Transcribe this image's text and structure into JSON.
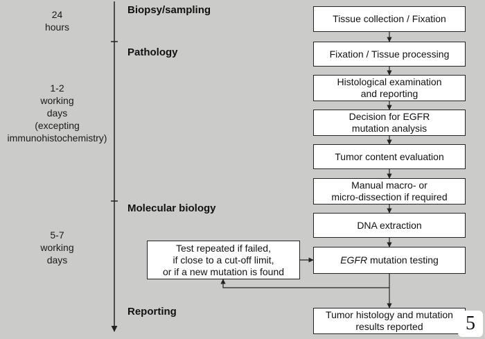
{
  "timeline": {
    "t1": [
      "24",
      "hours"
    ],
    "t2": [
      "1-2",
      "working",
      "days",
      "(excepting",
      "immunohistochemistry)"
    ],
    "t3": [
      "5-7",
      "working",
      "days"
    ]
  },
  "stages": {
    "biopsy": "Biopsy/sampling",
    "pathology": "Pathology",
    "molecular": "Molecular biology",
    "reporting": "Reporting"
  },
  "steps": {
    "tissue_collection": [
      "Tissue collection / Fixation"
    ],
    "fixation_processing": [
      "Fixation / Tissue processing"
    ],
    "histological": [
      "Histological examination",
      "and reporting"
    ],
    "decision_egfr": [
      "Decision for EGFR",
      "mutation analysis"
    ],
    "tumor_content": [
      "Tumor content evaluation"
    ],
    "dissection": [
      "Manual macro- or",
      "micro-dissection if required"
    ],
    "dna_extraction": [
      "DNA extraction"
    ],
    "mutation_testing_italic": "EGFR",
    "mutation_testing_rest": " mutation testing",
    "results": [
      "Tumor histology and mutation",
      "results reported"
    ]
  },
  "retest": [
    "Test repeated if failed,",
    "if close to a cut-off limit,",
    "or if a new mutation is found"
  ],
  "page_number": "5"
}
